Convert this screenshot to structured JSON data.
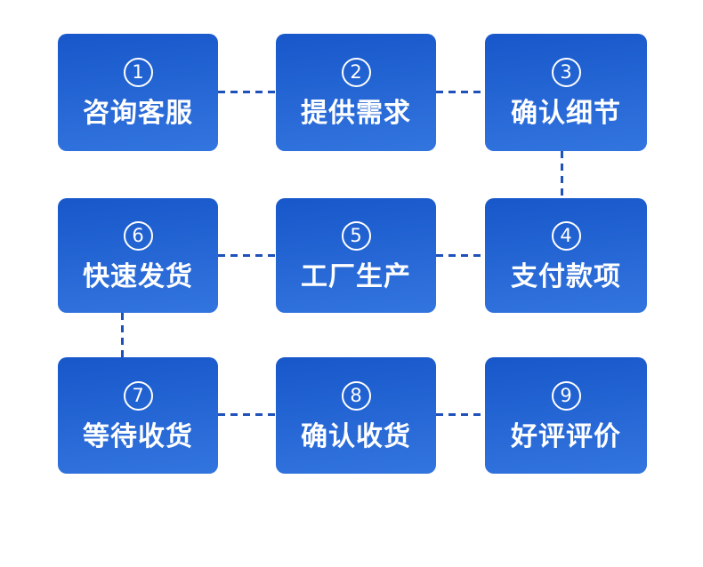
{
  "diagram": {
    "type": "process-flow",
    "background": "#ffffff",
    "box_gradient_top": "#1757ca",
    "box_gradient_bottom": "#3375df",
    "connector_color": "#1f51ba",
    "text_color": "#ffffff",
    "steps": [
      {
        "number": "1",
        "label": "咨询客服"
      },
      {
        "number": "2",
        "label": "提供需求"
      },
      {
        "number": "3",
        "label": "确认细节"
      },
      {
        "number": "6",
        "label": "快速发货"
      },
      {
        "number": "5",
        "label": "工厂生产"
      },
      {
        "number": "4",
        "label": "支付款项"
      },
      {
        "number": "7",
        "label": "等待收货"
      },
      {
        "number": "8",
        "label": "确认收货"
      },
      {
        "number": "9",
        "label": "好评评价"
      }
    ],
    "connectors": [
      {
        "from": "1",
        "to": "2",
        "style": "dashed",
        "orientation": "horizontal"
      },
      {
        "from": "2",
        "to": "3",
        "style": "dashed",
        "orientation": "horizontal"
      },
      {
        "from": "3",
        "to": "4",
        "style": "dashed",
        "orientation": "vertical"
      },
      {
        "from": "4",
        "to": "5",
        "style": "dashed",
        "orientation": "horizontal"
      },
      {
        "from": "5",
        "to": "6",
        "style": "dashed",
        "orientation": "horizontal"
      },
      {
        "from": "6",
        "to": "7",
        "style": "dashed",
        "orientation": "vertical"
      },
      {
        "from": "7",
        "to": "8",
        "style": "dashed",
        "orientation": "horizontal"
      },
      {
        "from": "8",
        "to": "9",
        "style": "dashed",
        "orientation": "horizontal"
      }
    ]
  }
}
